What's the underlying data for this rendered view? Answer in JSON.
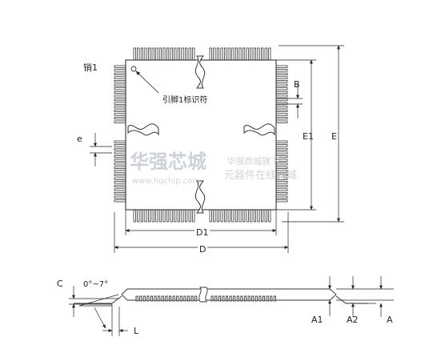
{
  "labels": {
    "pin1": "销1",
    "pin1_marker": "引脚1标识符",
    "B": "B",
    "e": "e",
    "E1": "E1",
    "E": "E",
    "D1": "D1",
    "D": "D",
    "C": "C",
    "angle": "0°~7°",
    "L": "L",
    "A1": "A1",
    "A2": "A2",
    "A": "A"
  },
  "watermark": {
    "brand": "华强芯城",
    "url": "www.hqchip.com",
    "line1": "华强商城旗下",
    "line2": "元器件在线商城"
  }
}
